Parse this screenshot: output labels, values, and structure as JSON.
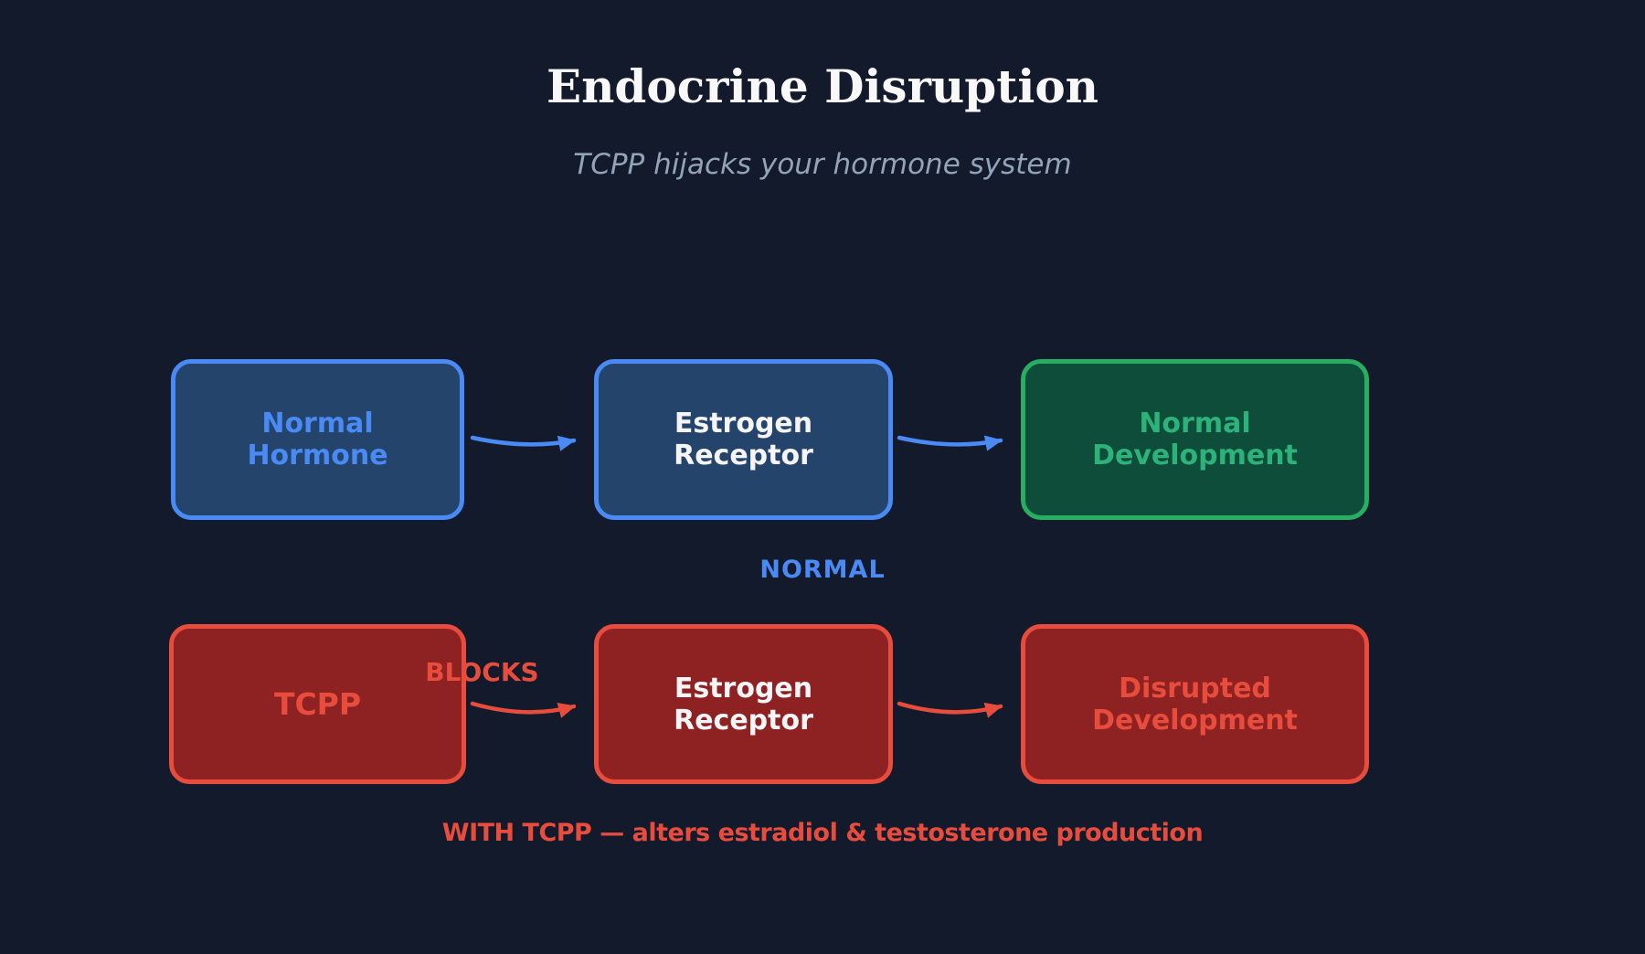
{
  "title": "Endocrine Disruption",
  "subtitle": "TCPP hijacks your hormone system",
  "colors": {
    "background": "#131a2c",
    "blue": "#4a8af4",
    "blue_fill": "#24446b",
    "green": "#27ae60",
    "green_text": "#2db37a",
    "green_fill": "#0d4d3a",
    "red": "#e74c3c",
    "red_fill": "#8e2222",
    "white_text": "#f5f5f7",
    "subtitle_color": "#93a4b8"
  },
  "normal_row": {
    "label": "NORMAL",
    "boxes": [
      {
        "line1": "Normal",
        "line2": "Hormone"
      },
      {
        "line1": "Estrogen",
        "line2": "Receptor"
      },
      {
        "line1": "Normal",
        "line2": "Development"
      }
    ]
  },
  "tcpp_row": {
    "arrow_label": "BLOCKS",
    "label": "WITH TCPP — alters estradiol & testosterone production",
    "boxes": [
      {
        "line1": "TCPP",
        "line2": ""
      },
      {
        "line1": "Estrogen",
        "line2": "Receptor"
      },
      {
        "line1": "Disrupted",
        "line2": "Development"
      }
    ]
  }
}
